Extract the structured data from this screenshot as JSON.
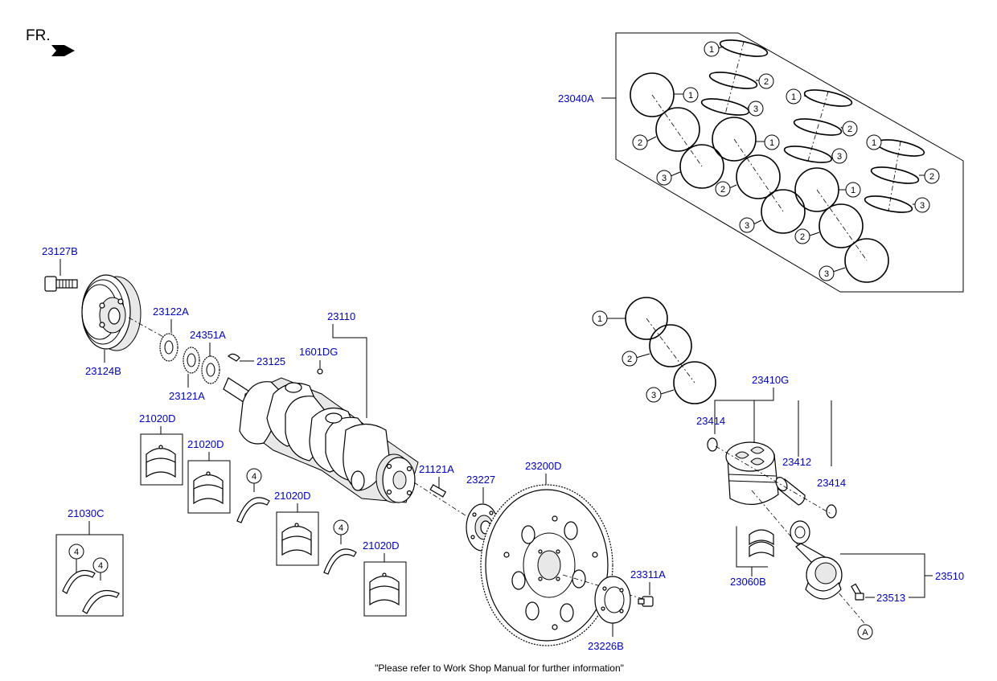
{
  "orientation": {
    "label": "FR."
  },
  "footnote": "\"Please refer to Work Shop Manual for further information\"",
  "parts": {
    "p23040A": "23040A",
    "p23127B": "23127B",
    "p23124B": "23124B",
    "p23122A": "23122A",
    "p24351A": "24351A",
    "p23121A": "23121A",
    "p23125": "23125",
    "p23110": "23110",
    "p1601DG": "1601DG",
    "p21020D_1": "21020D",
    "p21020D_2": "21020D",
    "p21020D_3": "21020D",
    "p21020D_4": "21020D",
    "p21030C": "21030C",
    "p21121A": "21121A",
    "p23227": "23227",
    "p23200D": "23200D",
    "p23311A": "23311A",
    "p23226B": "23226B",
    "p23410G": "23410G",
    "p23414_1": "23414",
    "p23414_2": "23414",
    "p23412": "23412",
    "p23060B": "23060B",
    "p23510": "23510",
    "p23513": "23513"
  },
  "callouts": {
    "c1": "1",
    "c2": "2",
    "c3": "3",
    "c4": "4",
    "cA": "A"
  }
}
